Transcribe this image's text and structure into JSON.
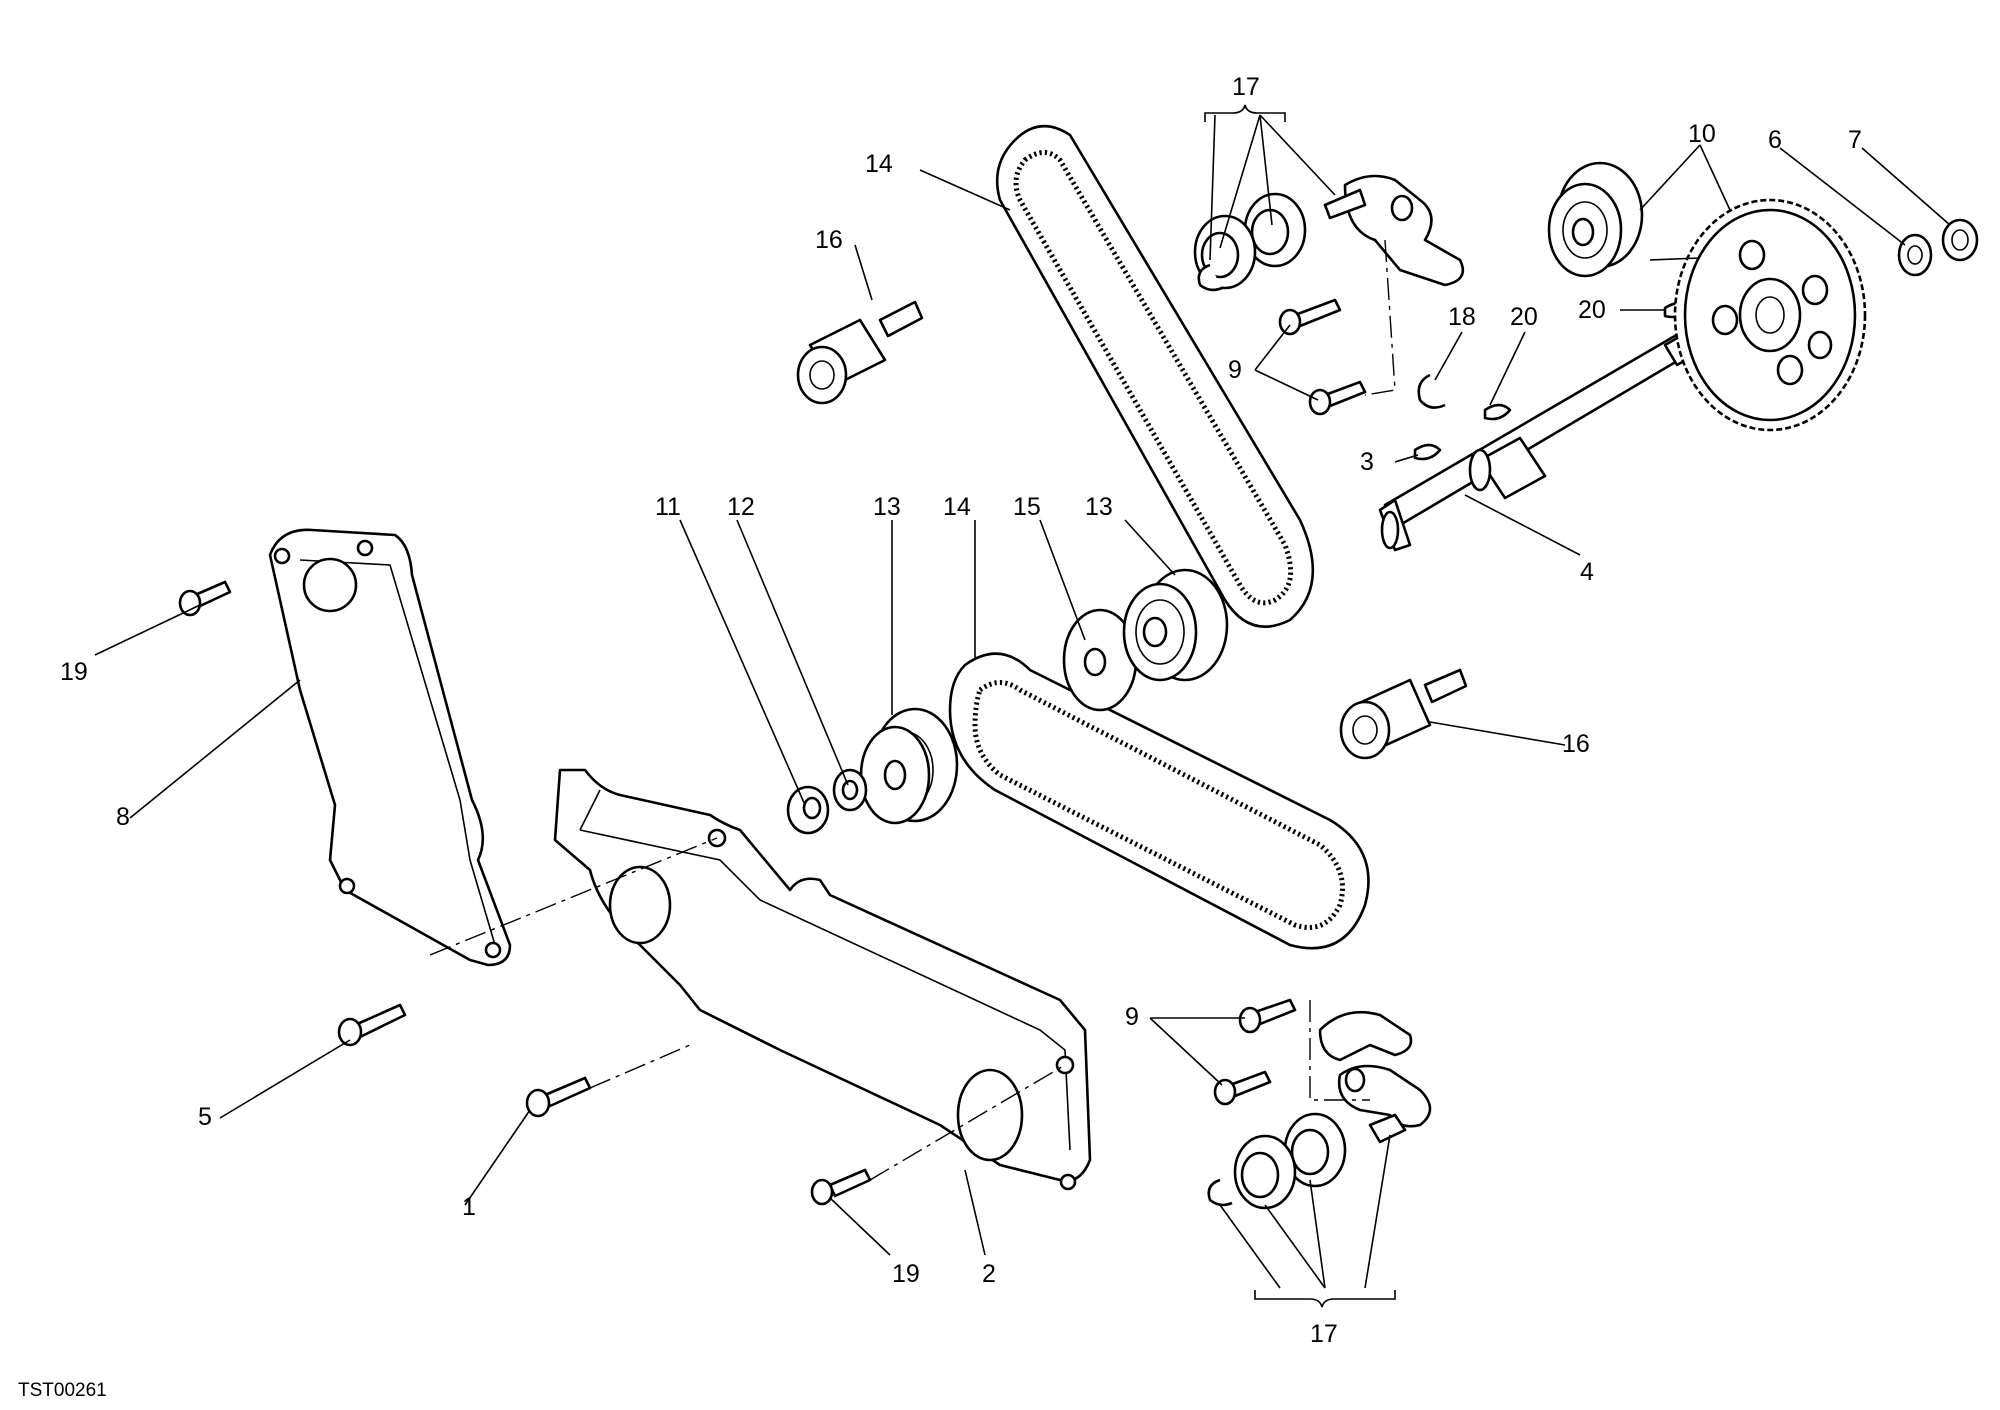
{
  "reference_code": "TST00261",
  "callouts": [
    {
      "id": "c1",
      "text": "1"
    },
    {
      "id": "c2",
      "text": "2"
    },
    {
      "id": "c3",
      "text": "3"
    },
    {
      "id": "c4",
      "text": "4"
    },
    {
      "id": "c5",
      "text": "5"
    },
    {
      "id": "c6",
      "text": "6"
    },
    {
      "id": "c7",
      "text": "7"
    },
    {
      "id": "c8",
      "text": "8"
    },
    {
      "id": "c9a",
      "text": "9"
    },
    {
      "id": "c9b",
      "text": "9"
    },
    {
      "id": "c10",
      "text": "10"
    },
    {
      "id": "c11",
      "text": "11"
    },
    {
      "id": "c12",
      "text": "12"
    },
    {
      "id": "c13a",
      "text": "13"
    },
    {
      "id": "c13b",
      "text": "13"
    },
    {
      "id": "c14a",
      "text": "14"
    },
    {
      "id": "c14b",
      "text": "14"
    },
    {
      "id": "c15",
      "text": "15"
    },
    {
      "id": "c16a",
      "text": "16"
    },
    {
      "id": "c16b",
      "text": "16"
    },
    {
      "id": "c17a",
      "text": "17"
    },
    {
      "id": "c17b",
      "text": "17"
    },
    {
      "id": "c18",
      "text": "18"
    },
    {
      "id": "c19a",
      "text": "19"
    },
    {
      "id": "c19b",
      "text": "19"
    },
    {
      "id": "c20a",
      "text": "20"
    },
    {
      "id": "c20b",
      "text": "20"
    }
  ]
}
